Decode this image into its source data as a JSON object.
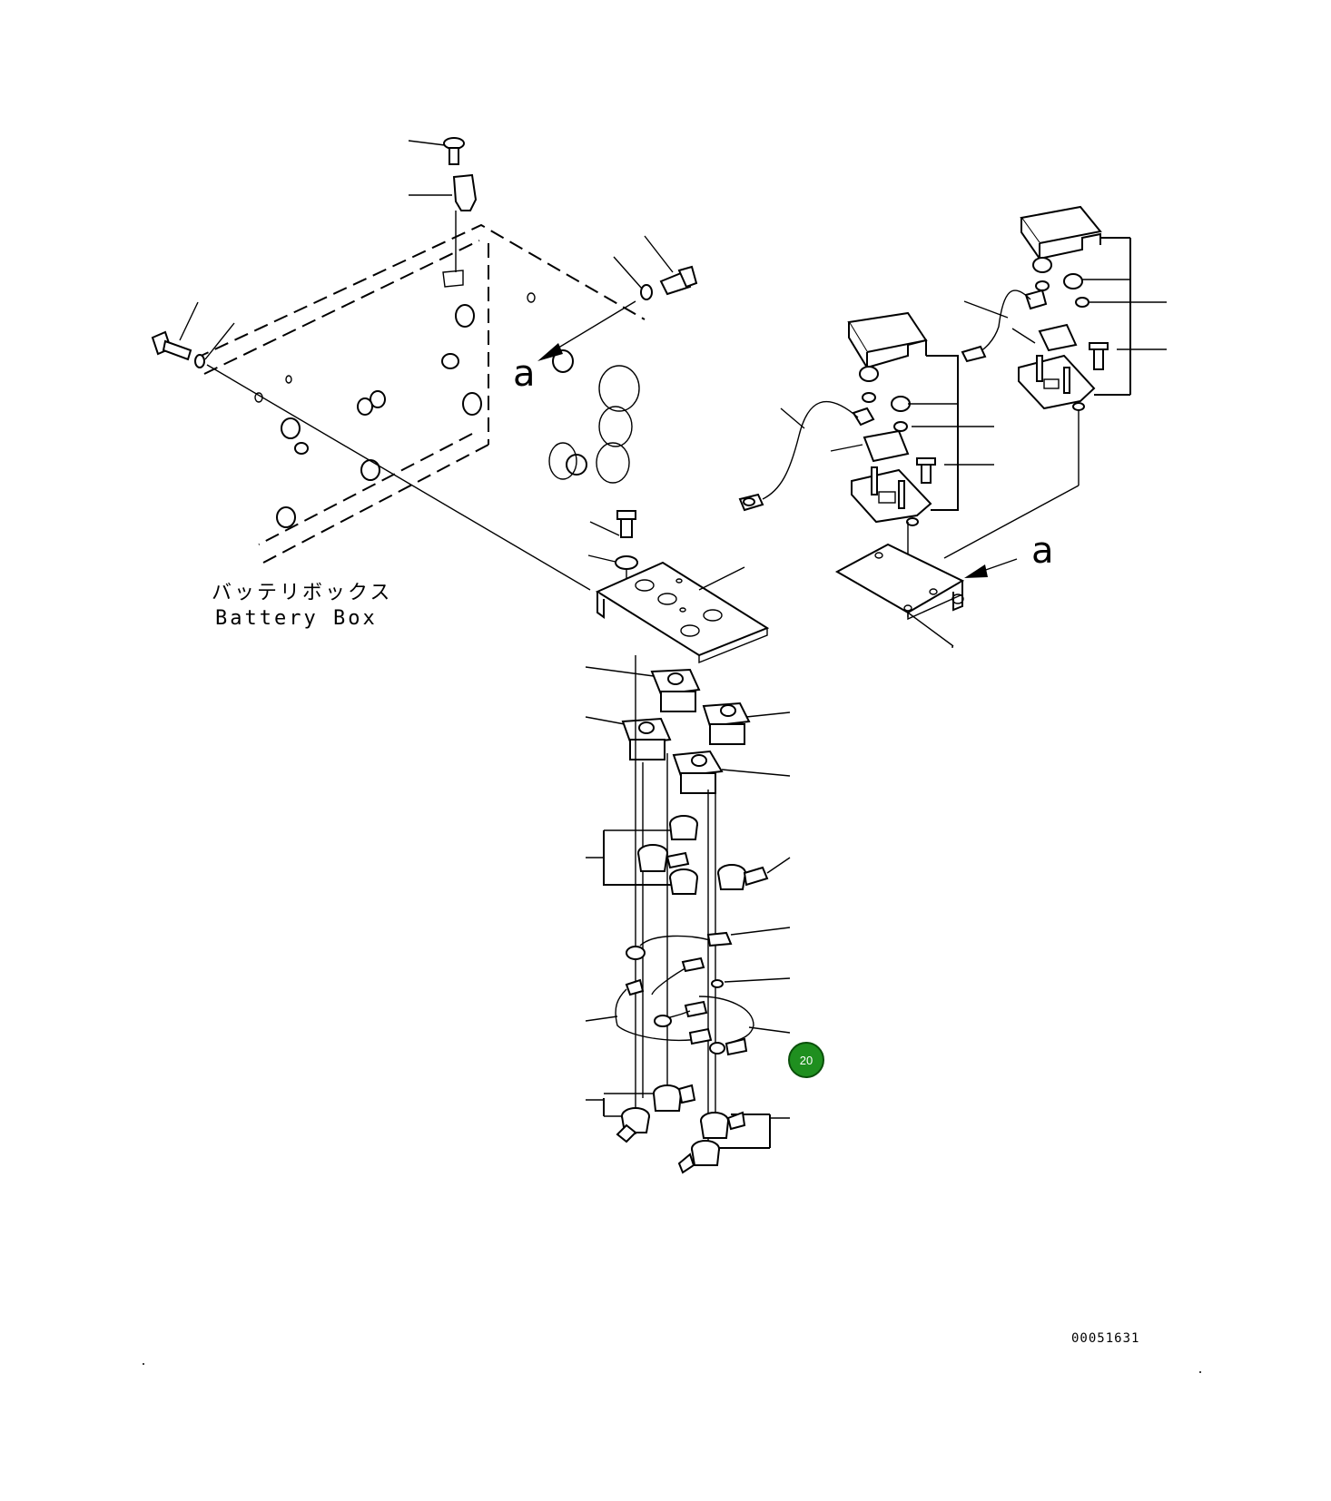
{
  "diagram": {
    "battery_box_label_jp": "バッテリボックス",
    "battery_box_label_en": "Battery Box",
    "view_marker_left": "a",
    "view_marker_right": "a",
    "document_number": "00051631",
    "page_badge": "20",
    "badge_color": "#1f8f1f"
  }
}
